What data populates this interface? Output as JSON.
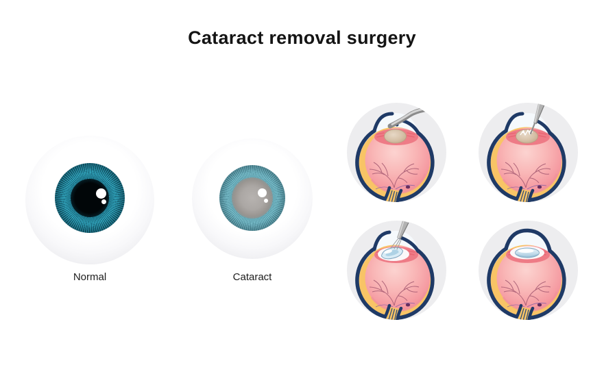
{
  "title": "Cataract removal surgery",
  "comparison": {
    "normal": {
      "label": "Normal"
    },
    "cataract": {
      "label": "Cataract"
    }
  },
  "surgery_steps": [
    {
      "icon": "scalpel-incision-icon"
    },
    {
      "icon": "phaco-probe-icon"
    },
    {
      "icon": "lens-injector-icon"
    },
    {
      "icon": "implanted-lens-icon"
    }
  ],
  "colors": {
    "background": "#ffffff",
    "title_text": "#141414",
    "label_text": "#1c1c1c",
    "step_circle_bg": "#ededef",
    "sclera_outline_navy": "#1f3a66",
    "choroid_yellow": "#f8c466",
    "vitreous_pink": "#f9b6b6",
    "ciliary_red": "#ee7b86",
    "cataract_lens_tan": "#d6c1a8",
    "iol_blue": "#c6deec",
    "vessel_red": "#a85c74",
    "vessel_purple": "#7b5ba6",
    "iris_teal_normal": "#2da7c2",
    "iris_teal_cataract": "#74bcca",
    "cloudy_pupil_gray": "#aba7a4",
    "instrument_gray": "#b2b2b2"
  }
}
